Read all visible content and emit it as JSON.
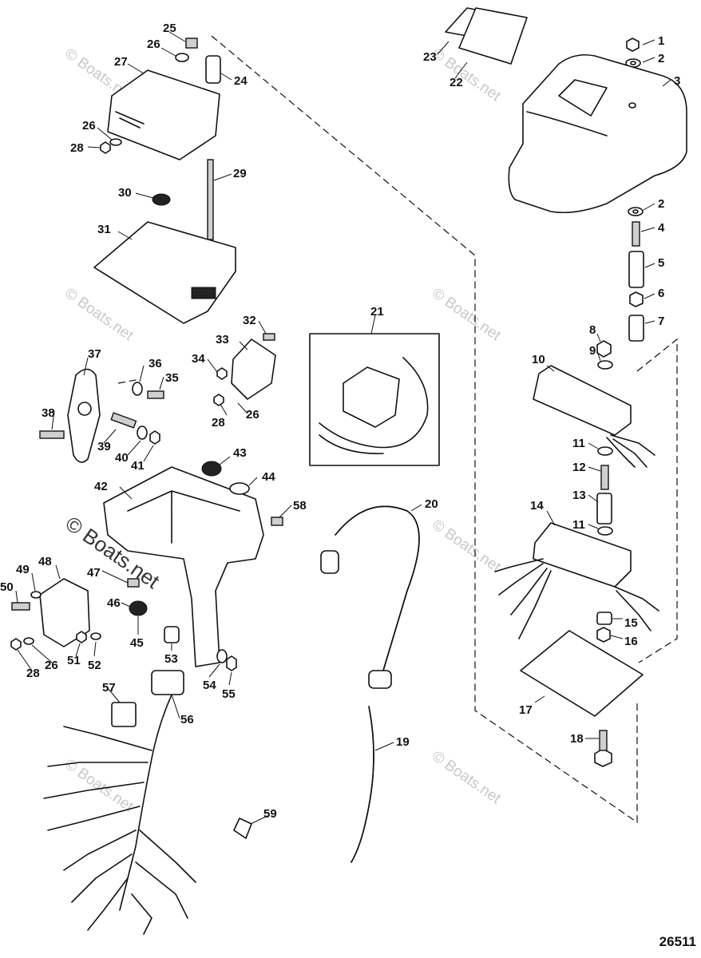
{
  "diagram": {
    "code": "26511",
    "watermark": "© Boats.net",
    "callouts": [
      "1",
      "2",
      "3",
      "2",
      "4",
      "5",
      "6",
      "7",
      "8",
      "9",
      "10",
      "11",
      "12",
      "13",
      "11",
      "14",
      "15",
      "16",
      "17",
      "18",
      "19",
      "20",
      "21",
      "22",
      "23",
      "24",
      "25",
      "26",
      "27",
      "26",
      "28",
      "29",
      "30",
      "31",
      "32",
      "33",
      "34",
      "28",
      "26",
      "35",
      "36",
      "37",
      "38",
      "39",
      "40",
      "41",
      "42",
      "43",
      "44",
      "45",
      "46",
      "47",
      "48",
      "49",
      "50",
      "51",
      "52",
      "28",
      "26",
      "53",
      "54",
      "55",
      "56",
      "57",
      "58",
      "59"
    ]
  }
}
